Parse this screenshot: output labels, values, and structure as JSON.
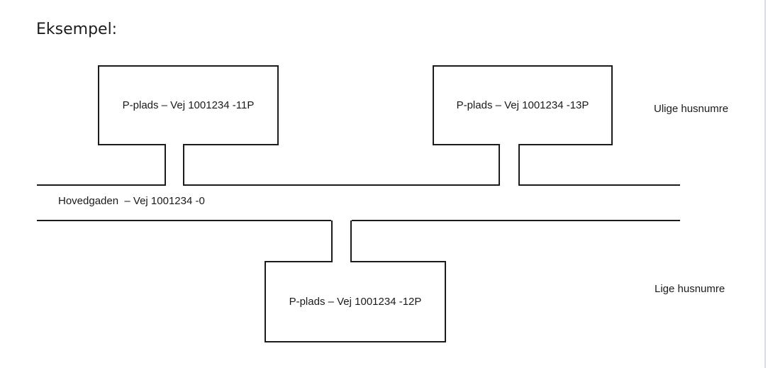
{
  "title": "Eksempel:",
  "diagram": {
    "parking_boxes": [
      {
        "id": "11P",
        "label": "P-plads – Vej 1001234 -11P"
      },
      {
        "id": "13P",
        "label": "P-plads – Vej 1001234 -13P"
      },
      {
        "id": "12P",
        "label": "P-plads – Vej 1001234 -12P"
      }
    ],
    "road_label": "Hovedgaden  – Vej 1001234 -0",
    "side_labels": {
      "odd": "Ulige husnumre",
      "even": "Lige husnumre"
    }
  },
  "colors": {
    "line": "#1c1c1c",
    "text": "#1a1a1a",
    "page_edge": "#d7dde6",
    "background": "#ffffff"
  }
}
